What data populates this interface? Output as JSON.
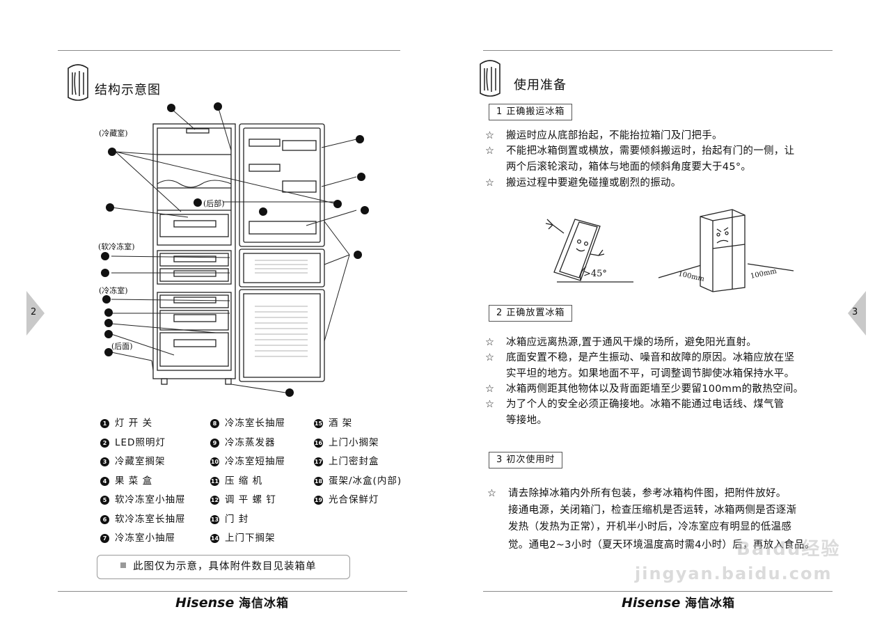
{
  "left_page": {
    "title": "结构示意图",
    "page_number": "2",
    "diagram_labels": {
      "fridge": "(冷藏室)",
      "soft_freeze": "(软冷冻室)",
      "freezer": "(冷冻室)",
      "rear": "(后部)",
      "back": "(后面)"
    },
    "legend": [
      {
        "num": "1",
        "text": "灯 开 关"
      },
      {
        "num": "2",
        "text": "LED照明灯"
      },
      {
        "num": "3",
        "text": "冷藏室搁架"
      },
      {
        "num": "4",
        "text": "果 菜 盒"
      },
      {
        "num": "5",
        "text": "软冷冻室小抽屉"
      },
      {
        "num": "6",
        "text": "软冷冻室长抽屉"
      },
      {
        "num": "7",
        "text": "冷冻室小抽屉"
      },
      {
        "num": "8",
        "text": "冷冻室长抽屉"
      },
      {
        "num": "9",
        "text": "冷冻蒸发器"
      },
      {
        "num": "10",
        "text": "冷冻室短抽屉"
      },
      {
        "num": "11",
        "text": "压 缩 机"
      },
      {
        "num": "12",
        "text": "调 平 螺 钉"
      },
      {
        "num": "13",
        "text": "门 封"
      },
      {
        "num": "14",
        "text": "上门下搁架"
      },
      {
        "num": "15",
        "text": "酒 架"
      },
      {
        "num": "16",
        "text": "上门小搁架"
      },
      {
        "num": "17",
        "text": "上门密封盒"
      },
      {
        "num": "18",
        "text": "蛋架/冰盒(内部)"
      },
      {
        "num": "19",
        "text": "光合保鲜灯"
      }
    ],
    "note": "此图仅为示意，具体附件数目见装箱单",
    "footer_brand": "Hisense",
    "footer_brand_cn": "海信冰箱"
  },
  "right_page": {
    "title": "使用准备",
    "page_number": "3",
    "sections": [
      {
        "heading": "1 正确搬运冰箱",
        "bullets": [
          {
            "first": "搬运时应从底部抬起，不能抬拉箱门及门把手。"
          },
          {
            "first": "不能把冰箱倒置或横放，需要倾斜搬运时，抬起有门的一侧，让",
            "cont": "两个后滚轮滚动，箱体与地面的倾斜角度要大于45°。"
          },
          {
            "first": "搬运过程中要避免碰撞或剧烈的振动。"
          }
        ]
      },
      {
        "heading": "2 正确放置冰箱",
        "bullets": [
          {
            "first": "冰箱应远离热源,置于通风干燥的场所，避免阳光直射。"
          },
          {
            "first": "底面安置不稳，是产生振动、噪音和故障的原因。冰箱应放在坚",
            "cont": "实平坦的地方。如果地面不平，可调整调节脚使冰箱保持水平。"
          },
          {
            "first": "冰箱两侧距其他物体以及背面距墙至少要留100mm的散热空间。"
          },
          {
            "first": "为了个人的安全必须正确接地。冰箱不能通过电话线、煤气管",
            "cont": "等接地。"
          }
        ]
      },
      {
        "heading": "3 初次使用时",
        "bullets": [
          {
            "first": "请去除掉冰箱内外所有包装，参考冰箱构件图，把附件放好。",
            "cont_lines": [
              "接通电源，关闭箱门，检查压缩机是否运转，冰箱两侧是否逐渐",
              "发热（发热为正常），开机半小时后，冷冻室应有明显的低温感",
              "觉。通电2~3小时（夏天环境温度高时需4小时）后，再放入食品。"
            ]
          }
        ]
      }
    ],
    "illustration_labels": {
      "angle": ">45°",
      "clearance_left": "100mm",
      "clearance_right": "100mm"
    },
    "bullet_symbol": "☆",
    "footer_brand": "Hisense",
    "footer_brand_cn": "海信冰箱"
  },
  "watermark": {
    "brand": "Baidu经验",
    "url": "jingyan.baidu.com"
  }
}
